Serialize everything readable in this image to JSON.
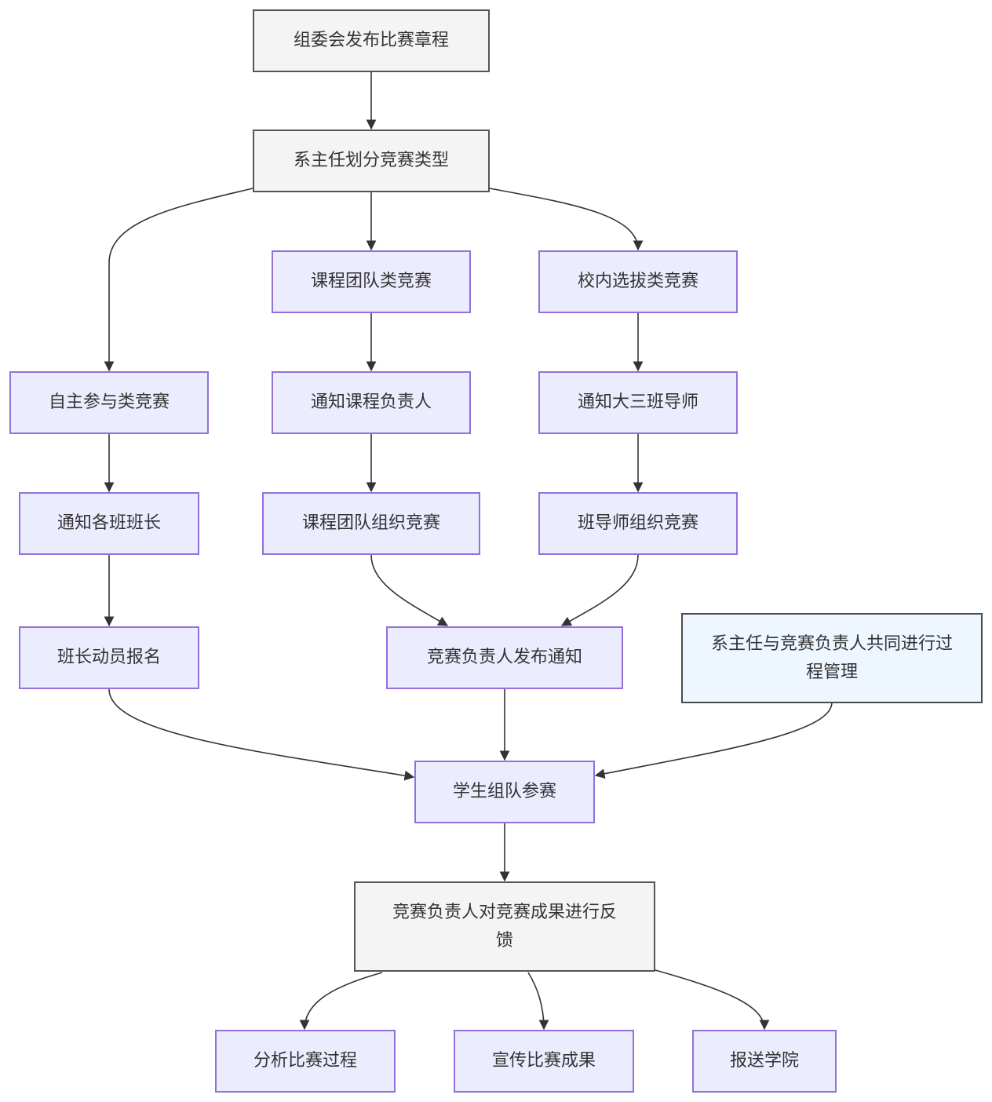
{
  "diagram": {
    "nodes": [
      {
        "id": "n1",
        "label": "组委会发布比赛章程"
      },
      {
        "id": "n2",
        "label": "系主任划分竞赛类型"
      },
      {
        "id": "n3",
        "label": "课程团队类竞赛"
      },
      {
        "id": "n4",
        "label": "校内选拔类竞赛"
      },
      {
        "id": "n5",
        "label": "自主参与类竞赛"
      },
      {
        "id": "n6",
        "label": "通知课程负责人"
      },
      {
        "id": "n7",
        "label": "通知大三班导师"
      },
      {
        "id": "n8",
        "label": "通知各班班长"
      },
      {
        "id": "n9",
        "label": "课程团队组织竞赛"
      },
      {
        "id": "n10",
        "label": "班导师组织竞赛"
      },
      {
        "id": "n11",
        "label": "班长动员报名"
      },
      {
        "id": "n12",
        "label": "竞赛负责人发布通知"
      },
      {
        "id": "n13",
        "label": "系主任与竞赛负责人共同进行过程管理"
      },
      {
        "id": "n14",
        "label": "学生组队参赛"
      },
      {
        "id": "n15",
        "label": "竞赛负责人对竞赛成果进行反馈"
      },
      {
        "id": "n16",
        "label": "分析比赛过程"
      },
      {
        "id": "n17",
        "label": "宣传比赛成果"
      },
      {
        "id": "n18",
        "label": "报送学院"
      }
    ],
    "edges": [
      {
        "from": "n1",
        "to": "n2"
      },
      {
        "from": "n2",
        "to": "n5"
      },
      {
        "from": "n2",
        "to": "n3"
      },
      {
        "from": "n2",
        "to": "n4"
      },
      {
        "from": "n3",
        "to": "n6"
      },
      {
        "from": "n4",
        "to": "n7"
      },
      {
        "from": "n5",
        "to": "n8"
      },
      {
        "from": "n6",
        "to": "n9"
      },
      {
        "from": "n7",
        "to": "n10"
      },
      {
        "from": "n8",
        "to": "n11"
      },
      {
        "from": "n9",
        "to": "n12"
      },
      {
        "from": "n10",
        "to": "n12"
      },
      {
        "from": "n11",
        "to": "n14"
      },
      {
        "from": "n12",
        "to": "n14"
      },
      {
        "from": "n13",
        "to": "n14"
      },
      {
        "from": "n14",
        "to": "n15"
      },
      {
        "from": "n15",
        "to": "n16"
      },
      {
        "from": "n15",
        "to": "n17"
      },
      {
        "from": "n15",
        "to": "n18"
      }
    ]
  }
}
